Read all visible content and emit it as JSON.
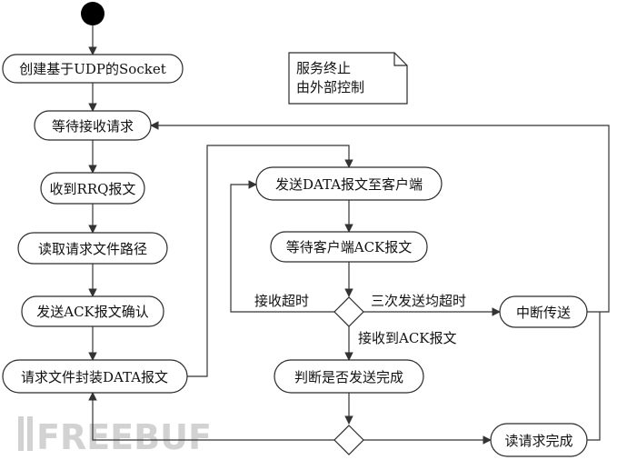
{
  "nodes": {
    "create_socket": "创建基于UDP的Socket",
    "wait_request": "等待接收请求",
    "recv_rrq": "收到RRQ报文",
    "read_path": "读取请求文件路径",
    "send_ack": "发送ACK报文确认",
    "pack_data": "请求文件封装DATA报文",
    "send_data": "发送DATA报文至客户端",
    "wait_ack": "等待客户端ACK报文",
    "judge_done": "判断是否发送完成",
    "abort": "中断传送",
    "read_done": "读请求完成"
  },
  "note": {
    "line1": "服务终止",
    "line2": "由外部控制"
  },
  "edge_labels": {
    "timeout": "接收超时",
    "three_timeouts": "三次发送均超时",
    "ack_received": "接收到ACK报文"
  },
  "watermark": "FREEBUF",
  "colors": {
    "stroke": "#2b2b2b",
    "watermark": "#d2d2d2"
  }
}
